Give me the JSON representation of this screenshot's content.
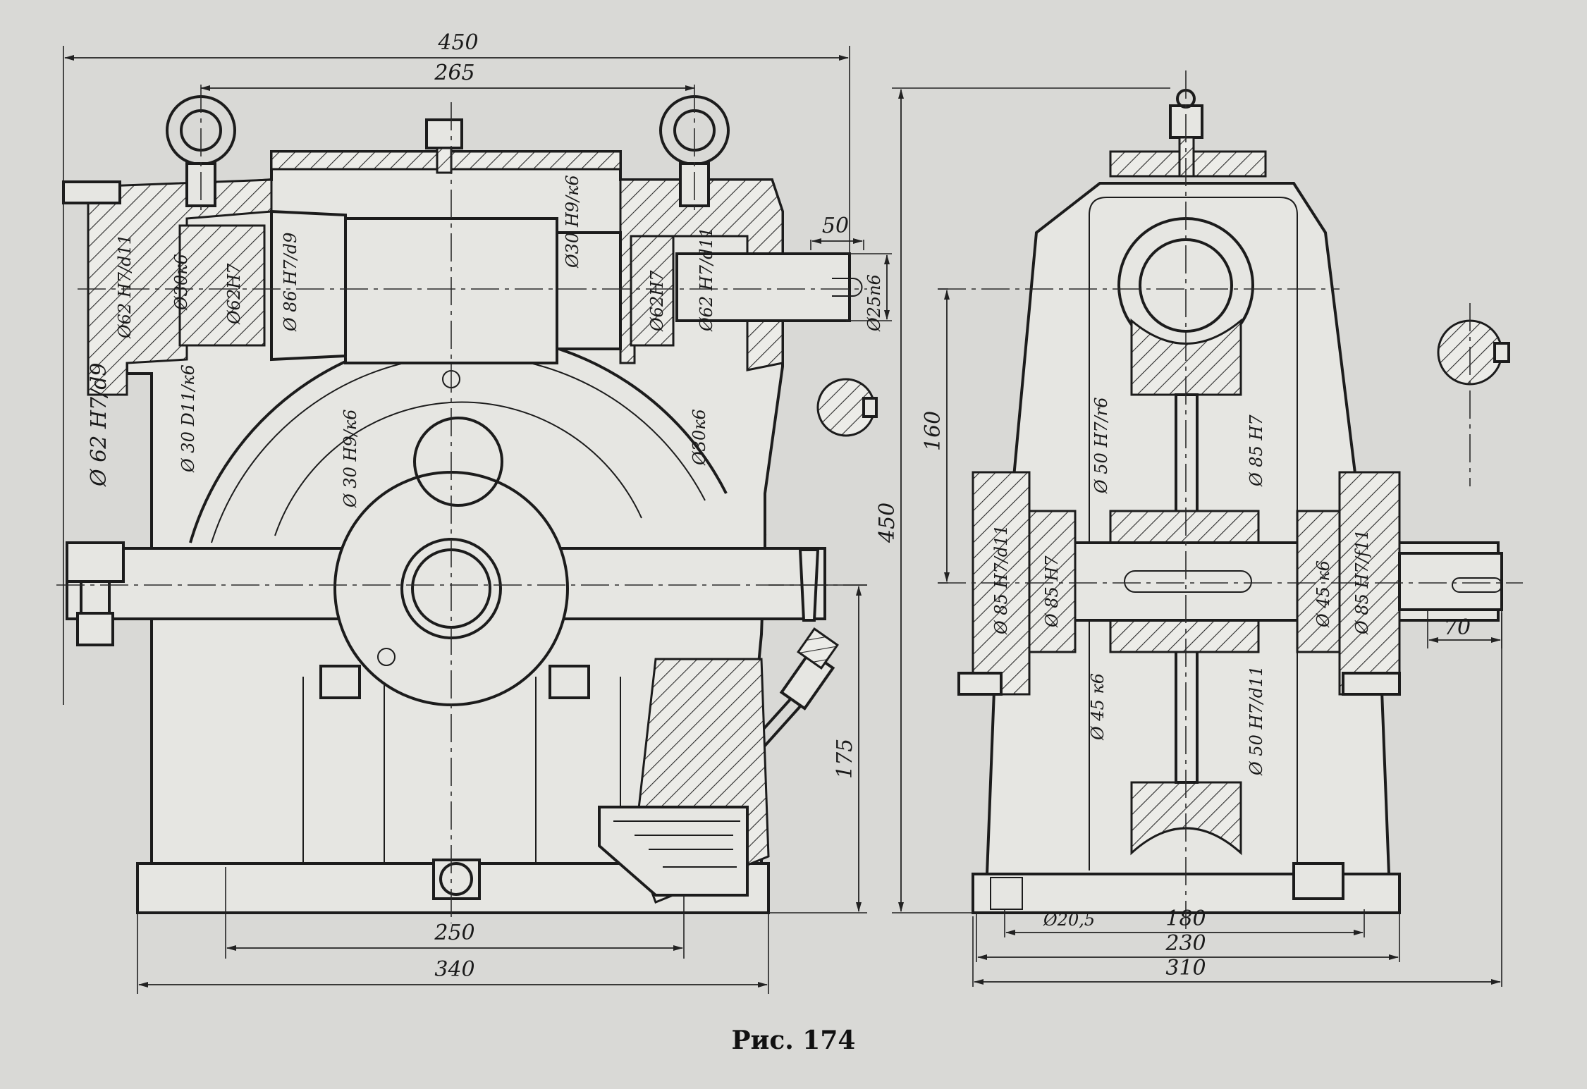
{
  "caption": "Рис. 174",
  "dimensions": {
    "front": {
      "overall_width": "450",
      "eyebolt_spacing": "265",
      "shaft_end": "50",
      "base_holes": "250",
      "base_width": "340",
      "lower_height": "175",
      "shaft_end_dia": "Ø25п6"
    },
    "side": {
      "overall_height": "450",
      "axis_height": "160",
      "shaft_projection": "70",
      "base_holes": "180",
      "base_inner": "230",
      "base_width": "310",
      "hole_dia": "Ø20,5"
    }
  },
  "fits": {
    "front": {
      "bearing_left_1": "Ø62 H7/d11",
      "bearing_left_2": "Ø30к6",
      "bearing_left_3": "Ø62H7",
      "housing_left": "Ø 62 H7/d9",
      "cover_left": "Ø 30 D11/к6",
      "worm_collar": "Ø 86 H7/d9",
      "worm_shaft": "Ø30 H9/к6",
      "bearing_right_1": "Ø62H7",
      "bearing_right_2": "Ø62 H7/d11",
      "shaft_right": "Ø30к6",
      "wheel_hub": "Ø 30 H9/к6"
    },
    "side": {
      "wheel_rim": "Ø 50 H7/r6",
      "housing_bore": "Ø 85 H7",
      "cover_left": "Ø 85 H7/d11",
      "bearing_left": "Ø 85 H7",
      "shaft_seat": "Ø 45 к6",
      "hub_fit": "Ø 50 H7/d11",
      "bearing_right": "Ø 45 к6",
      "cover_right": "Ø 85 H7/f11"
    }
  }
}
